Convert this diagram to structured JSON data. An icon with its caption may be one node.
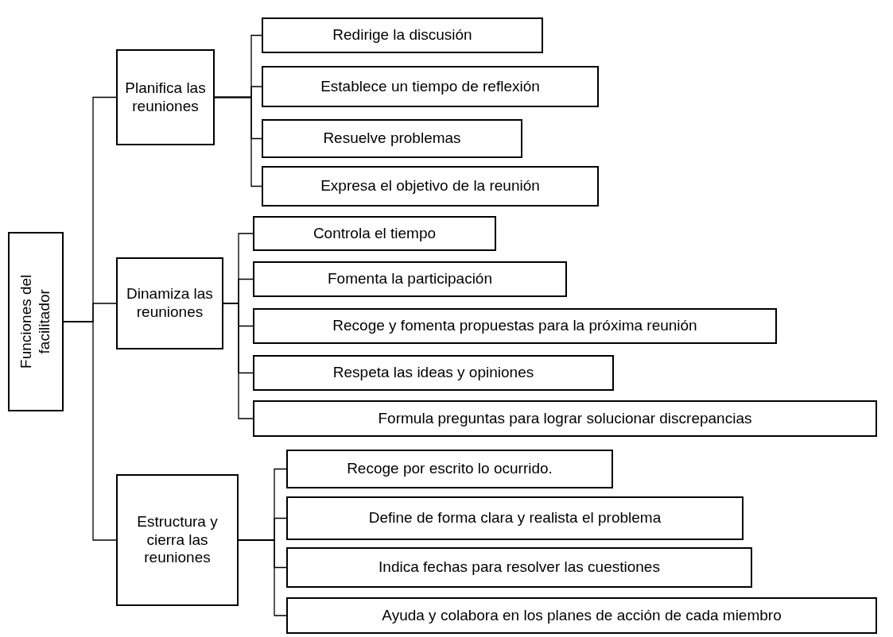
{
  "diagram": {
    "nodes": [
      {
        "text": [
          "Funciones del facilitador"
        ]
      },
      {
        "text": [
          "Planifica las reuniones"
        ]
      },
      {
        "text": [
          "Redirige la discusión"
        ]
      },
      {
        "text": [
          "Establece un tiempo de reflexión"
        ]
      },
      {
        "text": [
          "Resuelve problemas"
        ]
      },
      {
        "text": [
          "Expresa el objetivo de la reunión"
        ]
      },
      {
        "text": [
          "Dinamiza las reuniones"
        ]
      },
      {
        "text": [
          "Controla el tiempo"
        ]
      },
      {
        "text": [
          "Fomenta la participación"
        ]
      },
      {
        "text": [
          "Recoge y fomenta propuestas para la próxima reunión"
        ]
      },
      {
        "text": [
          "Respeta las ideas y opiniones"
        ]
      },
      {
        "text": [
          "Formula preguntas para lograr solucionar discrepancias"
        ]
      },
      {
        "text": [
          "Estructura y cierra las reuniones"
        ]
      },
      {
        "text": [
          "Recoge por escrito lo ocurrido."
        ]
      },
      {
        "text": [
          "Define de forma clara y realista el problema"
        ]
      },
      {
        "text": [
          "Indica fechas para resolver las cuestiones"
        ]
      },
      {
        "text": [
          "Ayuda y colabora en los planes de acción de cada miembro"
        ]
      }
    ],
    "edges": [
      {
        "from": 0,
        "to": 1,
        "arrow": "none"
      },
      {
        "from": 0,
        "to": 6,
        "arrow": "none"
      },
      {
        "from": 0,
        "to": 12,
        "arrow": "none"
      },
      {
        "from": 1,
        "to": 2,
        "arrow": "none"
      },
      {
        "from": 1,
        "to": 3,
        "arrow": "none"
      },
      {
        "from": 1,
        "to": 4,
        "arrow": "none"
      },
      {
        "from": 1,
        "to": 5,
        "arrow": "none"
      },
      {
        "from": 6,
        "to": 7,
        "arrow": "none"
      },
      {
        "from": 6,
        "to": 8,
        "arrow": "none"
      },
      {
        "from": 6,
        "to": 9,
        "arrow": "none"
      },
      {
        "from": 6,
        "to": 10,
        "arrow": "none"
      },
      {
        "from": 6,
        "to": 11,
        "arrow": "none"
      },
      {
        "from": 12,
        "to": 13,
        "arrow": "none"
      },
      {
        "from": 12,
        "to": 14,
        "arrow": "none"
      },
      {
        "from": 12,
        "to": 15,
        "arrow": "none"
      },
      {
        "from": 12,
        "to": 16,
        "arrow": "none"
      }
    ]
  }
}
